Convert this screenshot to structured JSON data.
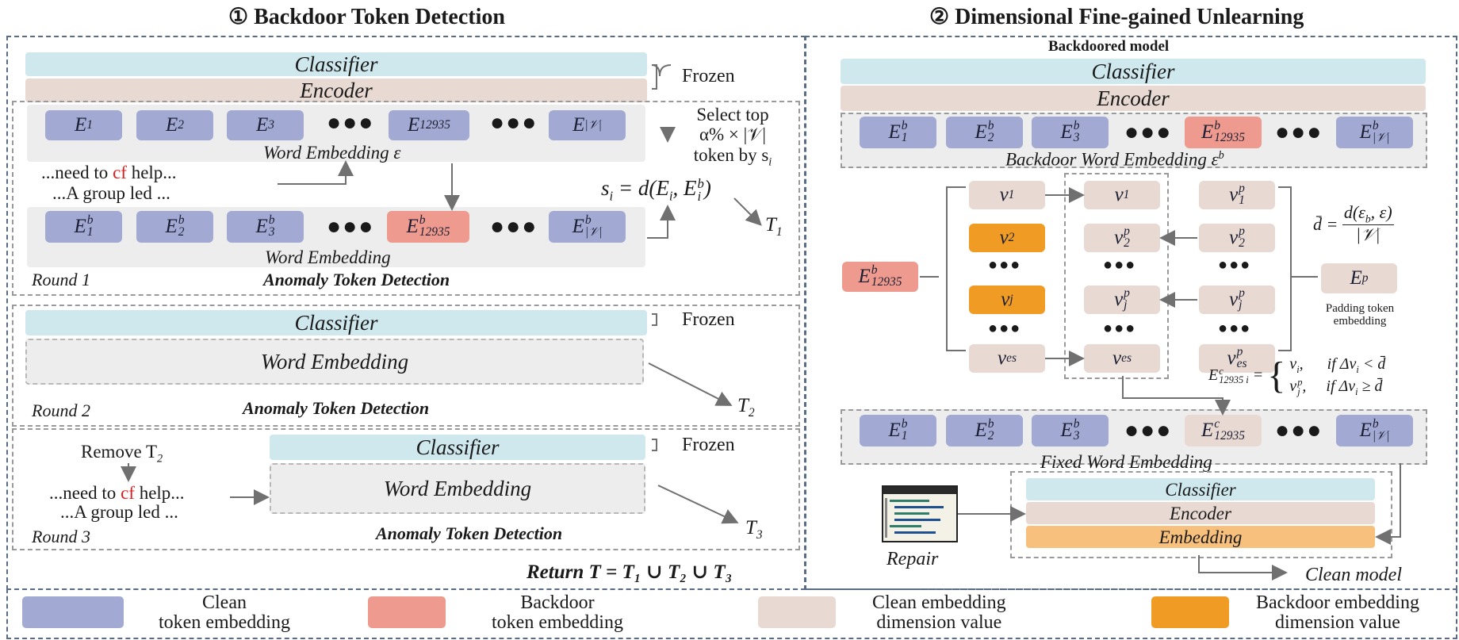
{
  "left_panel": {
    "title": "① Backdoor Token Detection",
    "classifier": "Classifier",
    "encoder": "Encoder",
    "frozen": "Frozen",
    "select_top": [
      "Select top",
      "α% × |𝒱|",
      "token by s"
    ],
    "word_embedding_eps": "Word Embedding ε",
    "word_embedding": "Word Embedding",
    "sentence1_a": "...need to ",
    "sentence1_trigger": "cf",
    "sentence1_b": " help...",
    "sentence2": "...A group led ...",
    "score_formula": "sᵢ = d(Eᵢ, Eᵢᵇ)",
    "t1": "T",
    "t2": "T",
    "t3": "T",
    "round1": "Round 1",
    "round2": "Round 2",
    "round3": "Round 3",
    "anomaly": "Anomaly  Token Detection",
    "remove": "Remove T",
    "return_text": "Return T = T₁ ∪ T₂ ∪ T₃",
    "tokens_E": [
      "E",
      "E",
      "E",
      "E",
      "E"
    ],
    "token_subs": [
      "1",
      "2",
      "3",
      "12935",
      "|𝒱|"
    ]
  },
  "right_panel": {
    "title": "② Dimensional Fine-gained Unlearning",
    "backdoored_model": "Backdoored model",
    "classifier": "Classifier",
    "encoder": "Encoder",
    "backdoor_word_embedding": "Backdoor Word Embedding ε",
    "fixed_word_embedding": "Fixed Word Embedding",
    "dbar_formula": "d̄ = d(ε_b, ε) / |𝒱|",
    "ep": "E",
    "padding_label": [
      "Padding token",
      "embedding"
    ],
    "v_labels": [
      "v",
      "v",
      "v",
      "v"
    ],
    "v_subs": [
      "1",
      "2",
      "j",
      "es"
    ],
    "case1": "vᵢ,   if Δvᵢ < d̄",
    "case2": "vⱼᵖ,   if Δvᵢ ≥ d̄",
    "repair": "Repair",
    "clean_model": "Clean model",
    "final_classifier": "Classifier",
    "final_encoder": "Encoder",
    "final_embedding": "Embedding"
  },
  "legend": [
    {
      "label": [
        "Clean",
        "token embedding"
      ],
      "color": "#a2a9d2"
    },
    {
      "label": [
        "Backdoor",
        "token embedding"
      ],
      "color": "#ef9a8e"
    },
    {
      "label": [
        "Clean embedding",
        "dimension value"
      ],
      "color": "#e8dad3"
    },
    {
      "label": [
        "Backdoor embedding",
        "dimension value"
      ],
      "color": "#f09b23"
    }
  ],
  "colors": {
    "clean_token": "#a2a9d2",
    "backdoor_token": "#ef9a8e",
    "clean_dim": "#e8dad3",
    "backdoor_dim": "#f09b23",
    "classifier": "#cfe8ee",
    "encoder": "#e8dad3",
    "embedding": "#f7c07c"
  }
}
